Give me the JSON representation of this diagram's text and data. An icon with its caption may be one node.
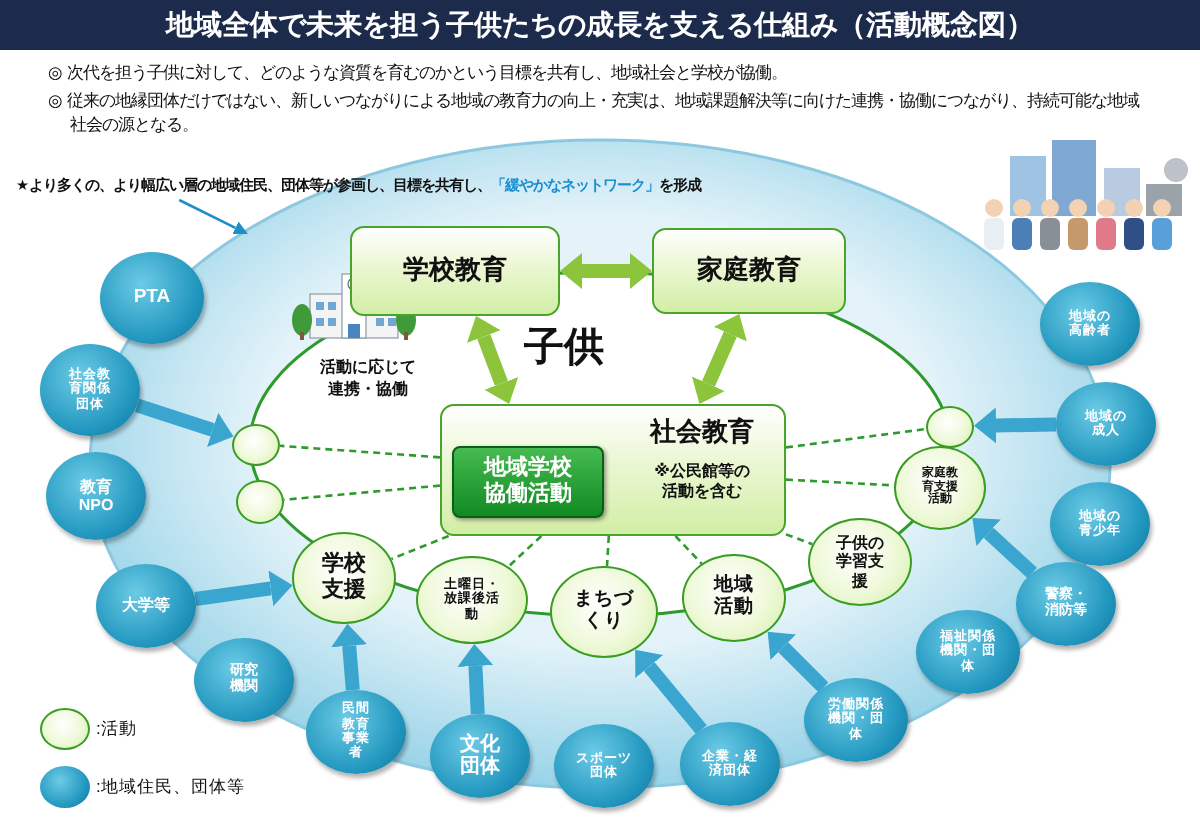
{
  "diagram": {
    "title": "地域全体で未来を担う子供たちの成長を支える仕組み（活動概念図）",
    "nodes": [
      {
        "text": [
          "★より多くの、より幅広い層の地域住民、団体等が参画し、目標を共有し、**「緩やかなネットワーク」**を形成"
        ]
      },
      {
        "text": [
          "PTA"
        ]
      },
      {
        "text": [
          "学校教育"
        ]
      },
      {
        "text": [
          "家庭教育"
        ]
      },
      {
        "text": [
          "地域の高齢者"
        ]
      },
      {
        "text": [
          "社会教育関係団体"
        ]
      },
      {
        "text": [
          "社会教育",
          "※公民館等の活動を含む"
        ]
      },
      {
        "text": [
          "地域学校協働活動"
        ],
        "in": 6
      },
      {
        "text": [],
        "shape": "circle"
      },
      {
        "text": [],
        "shape": "circle"
      },
      {
        "text": [],
        "shape": "circle"
      },
      {
        "text": [
          "教育NPO"
        ]
      },
      {
        "text": [
          "地域の成人"
        ]
      },
      {
        "text": [
          "家庭教育支援活動"
        ]
      },
      {
        "text": [
          "学校支援"
        ]
      },
      {
        "text": [
          "土曜日・放課後活動"
        ]
      },
      {
        "text": [
          "まちづくり"
        ]
      },
      {
        "text": [
          "地域活動"
        ]
      },
      {
        "text": [
          "子供の学習支援"
        ]
      },
      {
        "text": [
          "地域の青少年"
        ]
      },
      {
        "text": [
          "大学等"
        ]
      },
      {
        "text": [
          "警察・消防等"
        ]
      },
      {
        "text": [
          "研究機関"
        ]
      },
      {
        "text": [
          "福祉関係機関・団体"
        ]
      },
      {
        "text": [
          "民間教育事業者"
        ]
      },
      {
        "text": [
          "労働関係機関・団体"
        ]
      },
      {
        "text": [
          "文化団体"
        ]
      },
      {
        "text": [
          "スポーツ団体"
        ]
      },
      {
        "text": [
          "企業・経済団体"
        ]
      }
    ],
    "edges": [
      {
        "from": 0,
        "to": null,
        "arrow": "to",
        "color": "#1f8fc8"
      },
      {
        "from": 2,
        "to": 3,
        "arrow": "both",
        "color": "#8cc43c"
      },
      {
        "from": 2,
        "to": 6,
        "arrow": "both",
        "color": "#8cc43c"
      },
      {
        "from": 3,
        "to": 6,
        "arrow": "both",
        "color": "#8cc43c"
      },
      {
        "from": 6,
        "to": 8,
        "arrow": "none",
        "style": "dashed"
      },
      {
        "from": 6,
        "to": 9,
        "arrow": "none",
        "style": "dashed"
      },
      {
        "from": 6,
        "to": 10,
        "arrow": "none",
        "style": "dashed"
      },
      {
        "from": 6,
        "to": 13,
        "arrow": "none",
        "style": "dashed"
      },
      {
        "from": 6,
        "to": 14,
        "arrow": "none",
        "style": "dashed"
      },
      {
        "from": 6,
        "to": 15,
        "arrow": "none",
        "style": "dashed"
      },
      {
        "from": 6,
        "to": 16,
        "arrow": "none",
        "style": "dashed"
      },
      {
        "from": 6,
        "to": 17,
        "arrow": "none",
        "style": "dashed"
      },
      {
        "from": 6,
        "to": 18,
        "arrow": "none",
        "style": "dashed"
      },
      {
        "from": 5,
        "to": 8,
        "arrow": "to",
        "color": "#3aa6cf"
      },
      {
        "from": 20,
        "to": 14,
        "arrow": "to",
        "color": "#3aa6cf"
      },
      {
        "from": 24,
        "to": 14,
        "arrow": "to",
        "color": "#3aa6cf"
      },
      {
        "from": 26,
        "to": 15,
        "arrow": "to",
        "color": "#3aa6cf"
      },
      {
        "from": 28,
        "to": 16,
        "arrow": "to",
        "color": "#3aa6cf"
      },
      {
        "from": 25,
        "to": 17,
        "arrow": "to",
        "color": "#3aa6cf"
      },
      {
        "from": 21,
        "to": 13,
        "arrow": "to",
        "color": "#3aa6cf"
      },
      {
        "from": 12,
        "to": 10,
        "arrow": "to",
        "color": "#3aa6cf"
      }
    ],
    "labels": [
      "◎ 次代を担う子供に対して、どのような資質を育むのかという目標を共有し、地域社会と学校が協働。",
      "◎ 従来の地縁団体だけではない、新しいつながりによる地域の教育力の向上・充実は、地域課題解決等に向けた連携・協働につながり、持続可能な地域社会の源となる。",
      "子供",
      "活動に応じて連携・協働"
    ],
    "legend": [
      {
        "text": ":活動"
      },
      {
        "text": ":地域住民、団体等"
      }
    ]
  }
}
